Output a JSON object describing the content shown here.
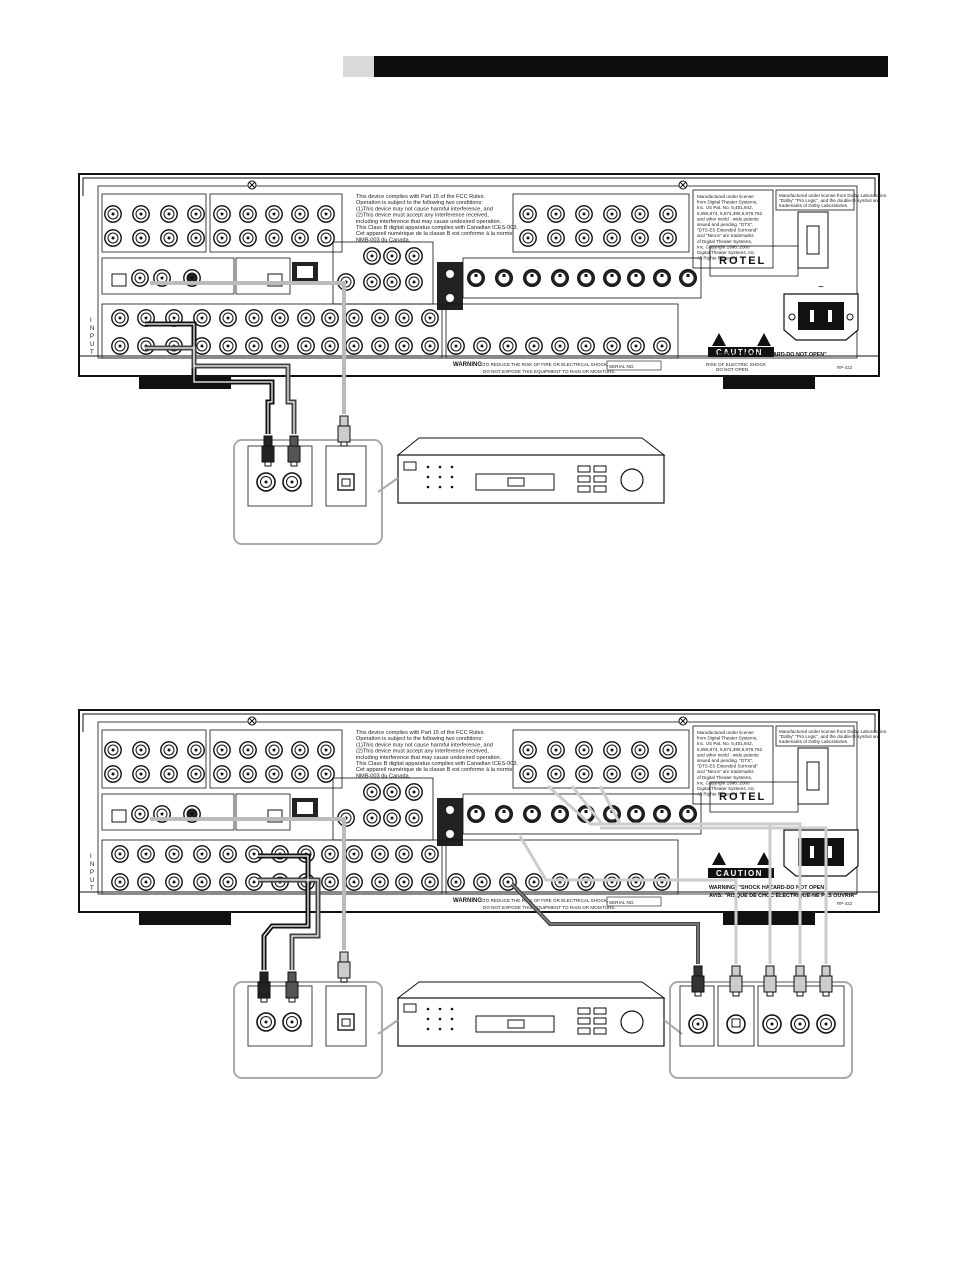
{
  "page": {
    "header_bar_color": "#0d0d0d",
    "header_tab_color": "#d9d9d9"
  },
  "panel": {
    "brand": "ROTEL",
    "model": "RP-422",
    "input_label": "INPUT",
    "fcc_lines": [
      "This device complies with Part 15 of the FCC Rules.",
      "Operation is subject to the following two conditions:",
      "(1)This device may not cause harmful interference, and",
      "(2)This device must accept any interference received,",
      "including interference that may cause undesired operation.",
      "This Class B digital apparatus complies with Canadian ICES-003.",
      "Cet appareil numérique de la classe B est conforme à la norme",
      "NMB-003 du Canada."
    ],
    "dts_notice": [
      "Manufactured under license",
      "from Digital Theater Systems,",
      "Inc. US Pat. No. 5,451,942,",
      "5,956,674, 5,974,380,5,978,762",
      "and other world - wide patents",
      "issued and pending. \"DTS\",",
      "\"DTS-ES Extended Surround\"",
      "and \"Neo:6\" are trademarks",
      "of Digital Theater Systems,",
      "Inc. Copyright 1996, 2000",
      "Digital Theater Systems, Inc.",
      "All Rights Reserved."
    ],
    "dolby_notice": [
      "Manufactured under license from Dolby Laboratories.",
      "\"Dolby\" \"Pro Logic\", and the double-D symbol are",
      "trademarks of Dolby Laboratories."
    ],
    "caution_label": "CAUTION",
    "caution_sub": [
      "RISK OF ELECTRIC SHOCK",
      "DO NOT OPEN"
    ],
    "warning_label": "WARNING:",
    "warning_text_1": "TO REDUCE THE RISK OF FIRE OR ELECTRICAL SHOCK,",
    "warning_text_2": "DO NOT EXPOSE THIS EQUIPMENT TO RAIN OR MOISTURE.",
    "warning_shock": "WARNING: \"SHOCK HAZARD-DO NOT OPEN\"",
    "avis": "AVIS: \"RISQUE DE CHOC ÉLECTRIQUE-NE PAS OUVRIR\"",
    "serial_label": "SERIAL NO."
  },
  "figures": [
    {
      "id": "top-diagram",
      "components": [
        "rear-panel",
        "audio-source",
        "source-jack-panel"
      ]
    },
    {
      "id": "bottom-diagram",
      "components": [
        "rear-panel",
        "av-source",
        "source-jack-panel",
        "video-jack-panel"
      ]
    }
  ]
}
